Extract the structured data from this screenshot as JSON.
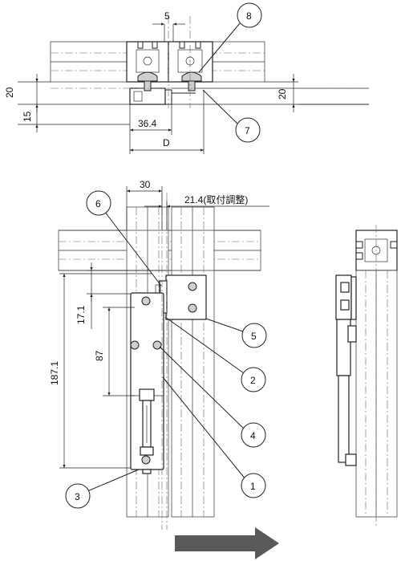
{
  "dimensions": {
    "top_5": "5",
    "left_20": "20",
    "left_15": "15",
    "right_20": "20",
    "width_36_4": "36.4",
    "width_D": "D",
    "width_30": "30",
    "adjust_21_4": "21.4(取付調整)",
    "v_17_1": "17.1",
    "v_87": "87",
    "v_187_1": "187.1"
  },
  "callouts": [
    "8",
    "7",
    "6",
    "5",
    "2",
    "4",
    "1",
    "3"
  ],
  "colors": {
    "line": "#222222",
    "arrow": "#595959",
    "screw": "#cfcfcf"
  }
}
